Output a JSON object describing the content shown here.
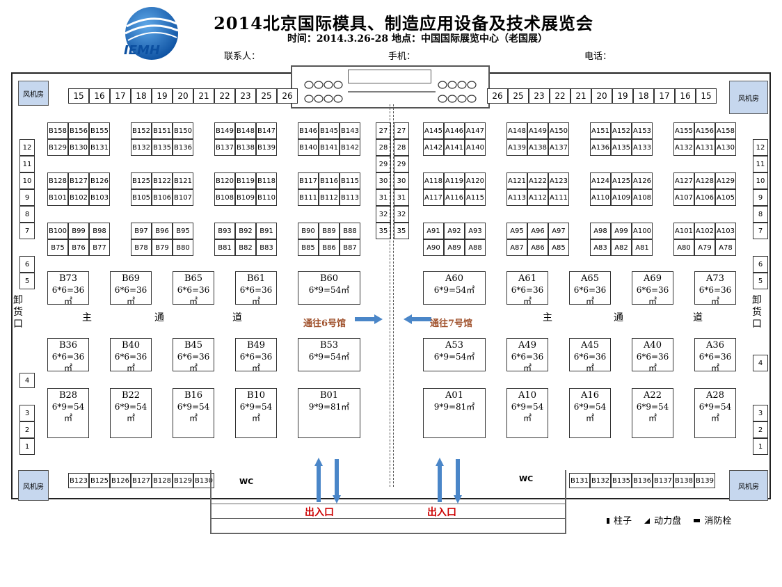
{
  "header": {
    "logo_text": "IEMH",
    "title": "2014北京国际模具、制造应用设备及技术展览会",
    "subtitle": "时间：2014.3.26-28   地点：中国国际展览中心（老国展）",
    "contact_label": "联系人：",
    "mobile_label": "手机：",
    "phone_label": "电话："
  },
  "labels": {
    "fan_room": "风机房",
    "main_aisle": [
      "主",
      "通",
      "道"
    ],
    "to_hall6": "通往6号馆",
    "to_hall7": "通往7号馆",
    "exit": "出入口",
    "unload": "卸货口",
    "wc": "WC",
    "legend_pillar": "柱子",
    "legend_power": "动力盘",
    "legend_hydrant": "消防栓"
  },
  "colors": {
    "fan_room": "#c6d7ee",
    "arrow": "#4a86c8",
    "exit": "#cc0000",
    "passage": "#a0522d"
  },
  "top_row_left": [
    "15",
    "16",
    "17",
    "18",
    "19",
    "20",
    "21",
    "22",
    "23",
    "25",
    "26"
  ],
  "top_row_right": [
    "26",
    "25",
    "23",
    "22",
    "21",
    "20",
    "19",
    "18",
    "17",
    "16",
    "15"
  ],
  "left_column": [
    "12",
    "11",
    "10",
    "9",
    "8",
    "7"
  ],
  "left_lower": [
    "6",
    "5"
  ],
  "left_bottom": [
    "4",
    "3",
    "2",
    "1"
  ],
  "right_column": [
    "12",
    "11",
    "10",
    "9",
    "8",
    "7"
  ],
  "right_lower": [
    "6",
    "5"
  ],
  "right_bottom": [
    "4",
    "3",
    "2",
    "1"
  ],
  "center_column": [
    [
      "27",
      "27"
    ],
    [
      "28",
      "28"
    ],
    [
      "29",
      "29"
    ],
    [
      "30",
      "30"
    ],
    [
      "31",
      "31"
    ],
    [
      "32",
      "32"
    ],
    [
      "35",
      "35"
    ]
  ],
  "bbooth_groups": [
    [
      [
        "B158",
        "B156",
        "B155"
      ],
      [
        "B129",
        "B130",
        "B131"
      ]
    ],
    [
      [
        "B152",
        "B151",
        "B150"
      ],
      [
        "B132",
        "B135",
        "B136"
      ]
    ],
    [
      [
        "B149",
        "B148",
        "B147"
      ],
      [
        "B137",
        "B138",
        "B139"
      ]
    ],
    [
      [
        "B146",
        "B145",
        "B143"
      ],
      [
        "B140",
        "B141",
        "B142"
      ]
    ],
    [
      [
        "A145",
        "A146",
        "A147"
      ],
      [
        "A142",
        "A141",
        "A140"
      ]
    ],
    [
      [
        "A148",
        "A149",
        "A150"
      ],
      [
        "A139",
        "A138",
        "A137"
      ]
    ],
    [
      [
        "A151",
        "A152",
        "A153"
      ],
      [
        "A136",
        "A135",
        "A133"
      ]
    ],
    [
      [
        "A155",
        "A156",
        "A158"
      ],
      [
        "A132",
        "A131",
        "A130"
      ]
    ]
  ],
  "row2_groups": [
    [
      [
        "B128",
        "B127",
        "B126"
      ],
      [
        "B101",
        "B102",
        "B103"
      ]
    ],
    [
      [
        "B125",
        "B122",
        "B121"
      ],
      [
        "B105",
        "B106",
        "B107"
      ]
    ],
    [
      [
        "B120",
        "B119",
        "B118"
      ],
      [
        "B108",
        "B109",
        "B110"
      ]
    ],
    [
      [
        "B117",
        "B116",
        "B115"
      ],
      [
        "B111",
        "B112",
        "B113"
      ]
    ],
    [
      [
        "A118",
        "A119",
        "A120"
      ],
      [
        "A117",
        "A116",
        "A115"
      ]
    ],
    [
      [
        "A121",
        "A122",
        "A123"
      ],
      [
        "A113",
        "A112",
        "A111"
      ]
    ],
    [
      [
        "A124",
        "A125",
        "A126"
      ],
      [
        "A110",
        "A109",
        "A108"
      ]
    ],
    [
      [
        "A127",
        "A128",
        "A129"
      ],
      [
        "A107",
        "A106",
        "A105"
      ]
    ]
  ],
  "row3_groups": [
    [
      [
        "B100",
        "B99",
        "B98"
      ],
      [
        "B75",
        "B76",
        "B77"
      ]
    ],
    [
      [
        "B97",
        "B96",
        "B95"
      ],
      [
        "B78",
        "B79",
        "B80"
      ]
    ],
    [
      [
        "B93",
        "B92",
        "B91"
      ],
      [
        "B81",
        "B82",
        "B83"
      ]
    ],
    [
      [
        "B90",
        "B89",
        "B88"
      ],
      [
        "B85",
        "B86",
        "B87"
      ]
    ],
    [
      [
        "A91",
        "A92",
        "A93"
      ],
      [
        "A90",
        "A89",
        "A88"
      ]
    ],
    [
      [
        "A95",
        "A96",
        "A97"
      ],
      [
        "A87",
        "A86",
        "A85"
      ]
    ],
    [
      [
        "A98",
        "A99",
        "A100"
      ],
      [
        "A83",
        "A82",
        "A81"
      ]
    ],
    [
      [
        "A101",
        "A102",
        "A103"
      ],
      [
        "A80",
        "A79",
        "A78"
      ]
    ]
  ],
  "big_row1": [
    {
      "id": "B73",
      "size": "6*6=36",
      "unit": "㎡"
    },
    {
      "id": "B69",
      "size": "6*6=36",
      "unit": "㎡"
    },
    {
      "id": "B65",
      "size": "6*6=36",
      "unit": "㎡"
    },
    {
      "id": "B61",
      "size": "6*6=36",
      "unit": "㎡"
    },
    {
      "id": "B60",
      "size": "6*9=54㎡",
      "unit": ""
    },
    {
      "id": "A60",
      "size": "6*9=54㎡",
      "unit": ""
    },
    {
      "id": "A61",
      "size": "6*6=36",
      "unit": "㎡"
    },
    {
      "id": "A65",
      "size": "6*6=36",
      "unit": "㎡"
    },
    {
      "id": "A69",
      "size": "6*6=36",
      "unit": "㎡"
    },
    {
      "id": "A73",
      "size": "6*6=36",
      "unit": "㎡"
    }
  ],
  "big_row2": [
    {
      "id": "B36",
      "size": "6*6=36",
      "unit": "㎡"
    },
    {
      "id": "B40",
      "size": "6*6=36",
      "unit": "㎡"
    },
    {
      "id": "B45",
      "size": "6*6=36",
      "unit": "㎡"
    },
    {
      "id": "B49",
      "size": "6*6=36",
      "unit": "㎡"
    },
    {
      "id": "B53",
      "size": "6*9=54㎡",
      "unit": ""
    },
    {
      "id": "A53",
      "size": "6*9=54㎡",
      "unit": ""
    },
    {
      "id": "A49",
      "size": "6*6=36",
      "unit": "㎡"
    },
    {
      "id": "A45",
      "size": "6*6=36",
      "unit": "㎡"
    },
    {
      "id": "A40",
      "size": "6*6=36",
      "unit": "㎡"
    },
    {
      "id": "A36",
      "size": "6*6=36",
      "unit": "㎡"
    }
  ],
  "big_row3": [
    {
      "id": "B28",
      "size": "6*9=54",
      "unit": "㎡"
    },
    {
      "id": "B22",
      "size": "6*9=54",
      "unit": "㎡"
    },
    {
      "id": "B16",
      "size": "6*9=54",
      "unit": "㎡"
    },
    {
      "id": "B10",
      "size": "6*9=54",
      "unit": "㎡"
    },
    {
      "id": "B01",
      "size": "9*9=81㎡",
      "unit": ""
    },
    {
      "id": "A01",
      "size": "9*9=81㎡",
      "unit": ""
    },
    {
      "id": "A10",
      "size": "6*9=54",
      "unit": "㎡"
    },
    {
      "id": "A16",
      "size": "6*9=54",
      "unit": "㎡"
    },
    {
      "id": "A22",
      "size": "6*9=54",
      "unit": "㎡"
    },
    {
      "id": "A28",
      "size": "6*9=54",
      "unit": "㎡"
    }
  ],
  "bottom_left": [
    "B123",
    "B125",
    "B126",
    "B127",
    "B128",
    "B129",
    "B130"
  ],
  "bottom_right": [
    "B131",
    "B132",
    "B135",
    "B136",
    "B137",
    "B138",
    "B139"
  ]
}
